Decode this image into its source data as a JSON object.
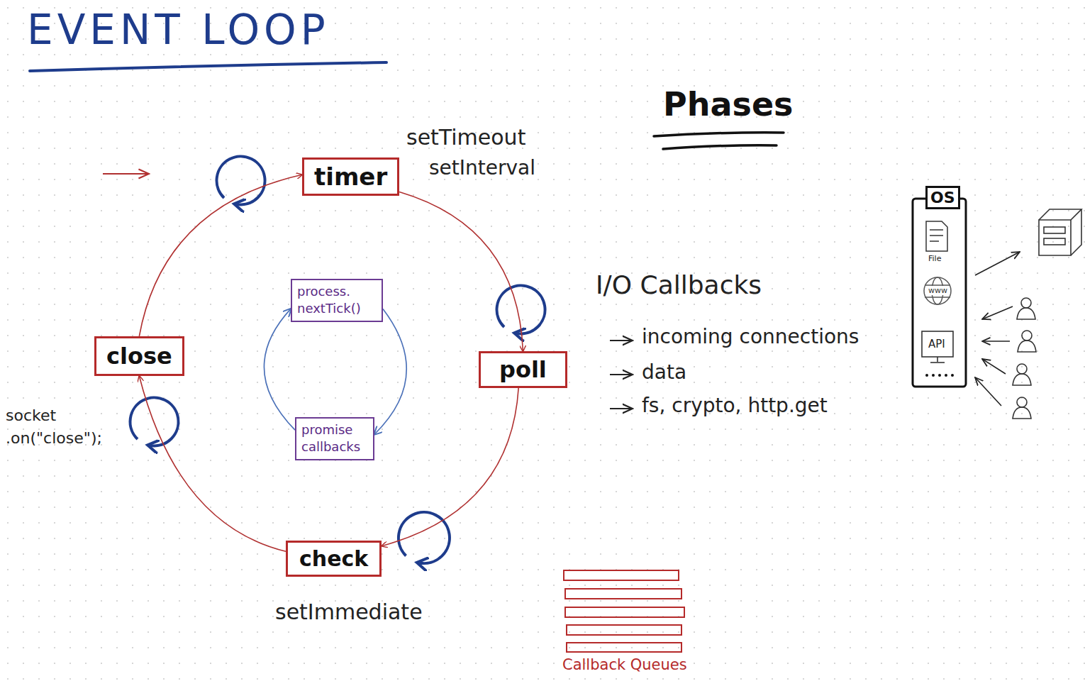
{
  "diagram": {
    "title": "EVENT LOOP",
    "nodes": [
      {
        "text": [
          "timer"
        ]
      },
      {
        "text": [
          "process. nextTick()"
        ]
      },
      {
        "text": [
          "promise callbacks"
        ]
      },
      {
        "text": [
          "poll"
        ]
      },
      {
        "text": [
          "close"
        ]
      },
      {
        "text": [
          "check"
        ]
      },
      {
        "text": [
          "OS"
        ]
      }
    ],
    "edges": [
      {
        "from": 4,
        "to": 0,
        "arrow": "to"
      },
      {
        "from": 0,
        "to": 3,
        "arrow": "to"
      },
      {
        "from": 3,
        "to": 5,
        "arrow": "to"
      },
      {
        "from": 5,
        "to": 4,
        "arrow": "to"
      },
      {
        "from": 1,
        "to": 2,
        "arrow": "to"
      },
      {
        "from": 2,
        "to": 1,
        "arrow": "to"
      }
    ],
    "labels": [
      "Phases",
      "setTimeout",
      "setInterval",
      "I/O Callbacks",
      "incoming connections",
      "data",
      "fs, crypto, http.get",
      "socket .on(\"close\");",
      "setImmediate",
      "Callback Queues",
      "File",
      "www",
      "API"
    ]
  }
}
